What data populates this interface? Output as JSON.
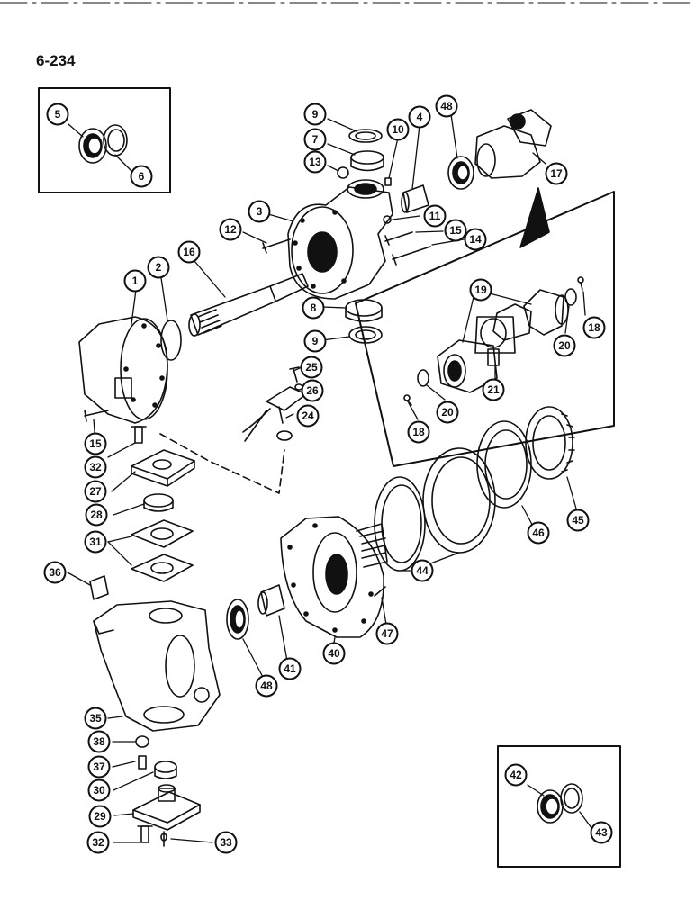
{
  "page": {
    "number": "6-234"
  },
  "callouts": [
    {
      "id": "c5",
      "label": "5"
    },
    {
      "id": "c6",
      "label": "6"
    },
    {
      "id": "c9a",
      "label": "9"
    },
    {
      "id": "c7",
      "label": "7"
    },
    {
      "id": "c13",
      "label": "13"
    },
    {
      "id": "c10",
      "label": "10"
    },
    {
      "id": "c4",
      "label": "4"
    },
    {
      "id": "c48a",
      "label": "48"
    },
    {
      "id": "c17",
      "label": "17"
    },
    {
      "id": "c3",
      "label": "3"
    },
    {
      "id": "c12",
      "label": "12"
    },
    {
      "id": "c11",
      "label": "11"
    },
    {
      "id": "c15a",
      "label": "15"
    },
    {
      "id": "c14",
      "label": "14"
    },
    {
      "id": "c16",
      "label": "16"
    },
    {
      "id": "c1",
      "label": "1"
    },
    {
      "id": "c2",
      "label": "2"
    },
    {
      "id": "c8",
      "label": "8"
    },
    {
      "id": "c9b",
      "label": "9"
    },
    {
      "id": "c19",
      "label": "19"
    },
    {
      "id": "c18a",
      "label": "18"
    },
    {
      "id": "c20a",
      "label": "20"
    },
    {
      "id": "c21",
      "label": "21"
    },
    {
      "id": "c20b",
      "label": "20"
    },
    {
      "id": "c18b",
      "label": "18"
    },
    {
      "id": "c25",
      "label": "25"
    },
    {
      "id": "c26",
      "label": "26"
    },
    {
      "id": "c24",
      "label": "24"
    },
    {
      "id": "c15b",
      "label": "15"
    },
    {
      "id": "c32a",
      "label": "32"
    },
    {
      "id": "c27",
      "label": "27"
    },
    {
      "id": "c28",
      "label": "28"
    },
    {
      "id": "c31",
      "label": "31"
    },
    {
      "id": "c36",
      "label": "36"
    },
    {
      "id": "c44",
      "label": "44"
    },
    {
      "id": "c45",
      "label": "45"
    },
    {
      "id": "c46",
      "label": "46"
    },
    {
      "id": "c47",
      "label": "47"
    },
    {
      "id": "c40",
      "label": "40"
    },
    {
      "id": "c41",
      "label": "41"
    },
    {
      "id": "c48b",
      "label": "48"
    },
    {
      "id": "c35",
      "label": "35"
    },
    {
      "id": "c38",
      "label": "38"
    },
    {
      "id": "c37",
      "label": "37"
    },
    {
      "id": "c30",
      "label": "30"
    },
    {
      "id": "c29",
      "label": "29"
    },
    {
      "id": "c32b",
      "label": "32"
    },
    {
      "id": "c33",
      "label": "33"
    },
    {
      "id": "c42",
      "label": "42"
    },
    {
      "id": "c43",
      "label": "43"
    }
  ]
}
